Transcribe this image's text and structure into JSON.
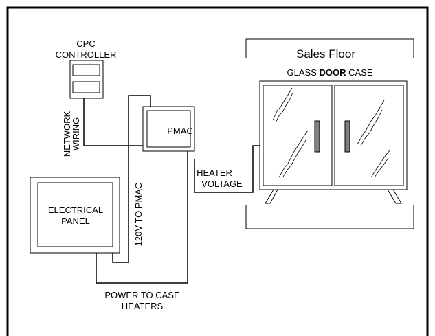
{
  "controller": {
    "line1": "CPC",
    "line2": "CONTROLLER"
  },
  "network": {
    "line1": "NETWORK",
    "line2": "WIRING"
  },
  "pmac": {
    "label": "PMAC"
  },
  "panel": {
    "line1": "ELECTRICAL",
    "line2": "PANEL"
  },
  "supply": {
    "label": "120V TO PMAC"
  },
  "heater": {
    "line1": "HEATER",
    "line2": "VOLTAGE"
  },
  "power": {
    "line1": "POWER TO CASE",
    "line2": "HEATERS"
  },
  "sales_floor": {
    "label": "Sales Floor"
  },
  "case": {
    "label_a": "GLASS",
    "label_b": "DOOR",
    "label_c": "CASE"
  }
}
